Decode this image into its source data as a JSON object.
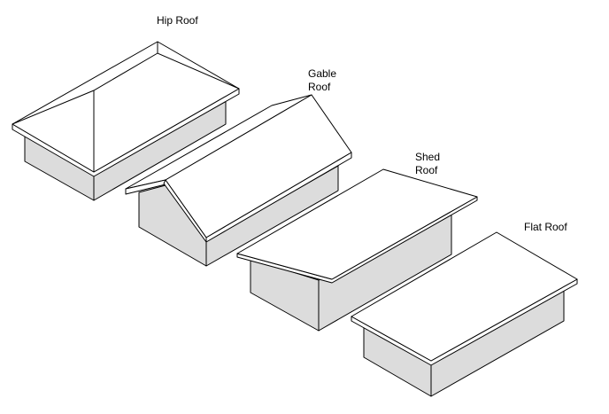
{
  "labels": {
    "hip": "Hip Roof",
    "gable_line1": "Gable",
    "gable_line2": "Roof",
    "shed_line1": "Shed",
    "shed_line2": "Roof",
    "flat": "Flat Roof"
  },
  "colors": {
    "wall_fill": "#dcdcdc",
    "roof_fill": "#ffffff",
    "stroke": "#000000"
  }
}
